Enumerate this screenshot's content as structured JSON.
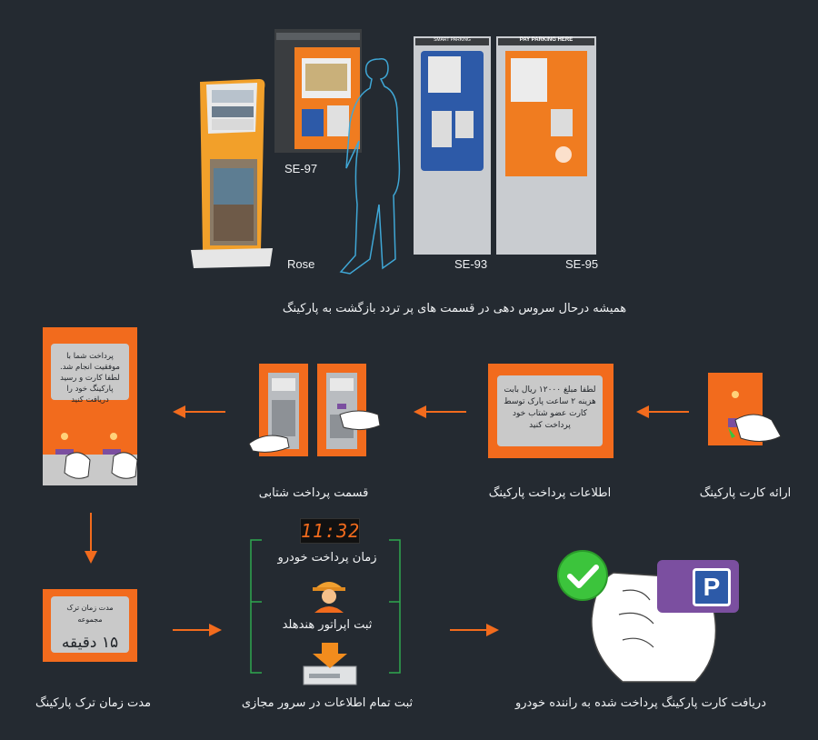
{
  "models": {
    "rose": "Rose",
    "se97": "SE-97",
    "se93": "SE-93",
    "se95": "SE-95",
    "se93_top": "SMART PARKING",
    "se95_top": "PAY PARKING HERE"
  },
  "tagline": "همیشه درحال سروس دهی در قسمت های پر تردد بازگشت به پارکینگ",
  "steps": {
    "present_card": "ارائه کارت پارکینگ",
    "payment_info": "اطلاعات پرداخت پارکینگ",
    "quick_payment": "قسمت پرداخت شتابی",
    "exit_duration": "مدت زمان ترک پارکینگ",
    "register_all": "ثبت تمام اطلاعات در سرور مجازی",
    "receive_card": "دریافت کارت پارکینگ پرداخت شده به راننده خودرو"
  },
  "screens": {
    "payment_info_text": "لطفا مبلغ ۱۲۰۰۰ ریال بابت هزینه ۲ ساعت پارک توسط کارت عضو شتاب خود پرداخت کنید",
    "success_text": "پرداخت شما با موفقیت انجام شد. لطفا کارت و رسید پارکینگ خود را دریافت کنید",
    "exit_title": "مدت زمان ترک مجموعه",
    "exit_value": "۱۵ دقیقه"
  },
  "register_items": {
    "payment_time_label": "زمان پرداخت خودرو",
    "clock_value": "11:32",
    "operator_label": "ثبت اپراتور هندهلد"
  },
  "parking_badge": "P",
  "colors": {
    "background": "#242a31",
    "accent": "#f26b1d",
    "screen": "#c9c9c9",
    "blue": "#2d5aa8",
    "check": "#3cc43c",
    "card_purple": "#7b4fa0"
  }
}
